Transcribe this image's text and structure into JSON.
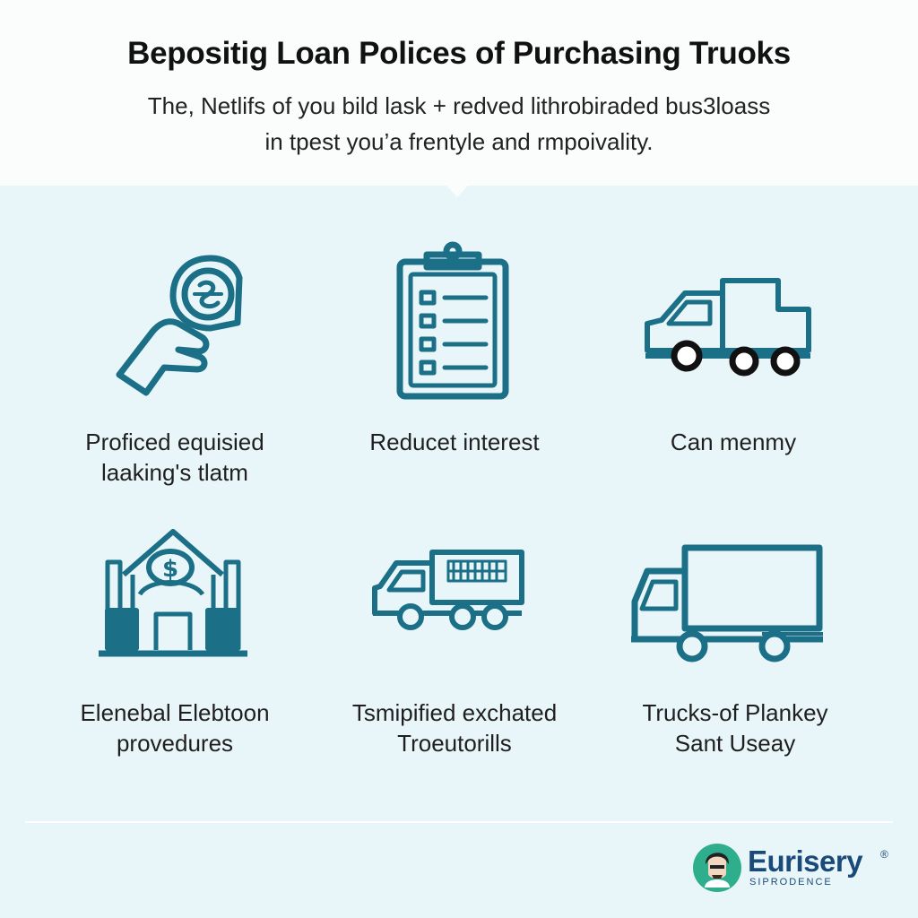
{
  "header": {
    "title": "Bepositig Loan Polices of Purchasing Truoks",
    "subtitle_line1": "The, Netlifs of you bild lask + redved lithrobiraded bus3loass",
    "subtitle_line2": "in tpest you’a frentyle and rmpoivality."
  },
  "features": [
    {
      "icon": "hand-coin-icon",
      "line1": "Proficed equisied",
      "line2": "laaking's tlatm"
    },
    {
      "icon": "clipboard-checklist-icon",
      "line1": "Reducet interest",
      "line2": ""
    },
    {
      "icon": "delivery-truck-icon",
      "line1": "Can menmy",
      "line2": ""
    },
    {
      "icon": "bank-building-icon",
      "line1": "Elenebal Elebtoon",
      "line2": "provedures"
    },
    {
      "icon": "cargo-truck-icon",
      "line1": "Tsmipified exchated",
      "line2": "Troeutorills"
    },
    {
      "icon": "box-truck-icon",
      "line1": "Trucks-of Plankey",
      "line2": "Sant Useay"
    }
  ],
  "logo": {
    "name": "Eurisery",
    "tagline": "SIPRODENCE",
    "mark": "®"
  },
  "colors": {
    "icon_stroke": "#1b6f86",
    "panel_bg": "#e9f6f9",
    "logo_text": "#1a4a7a",
    "logo_circle": "#2fae8e"
  }
}
